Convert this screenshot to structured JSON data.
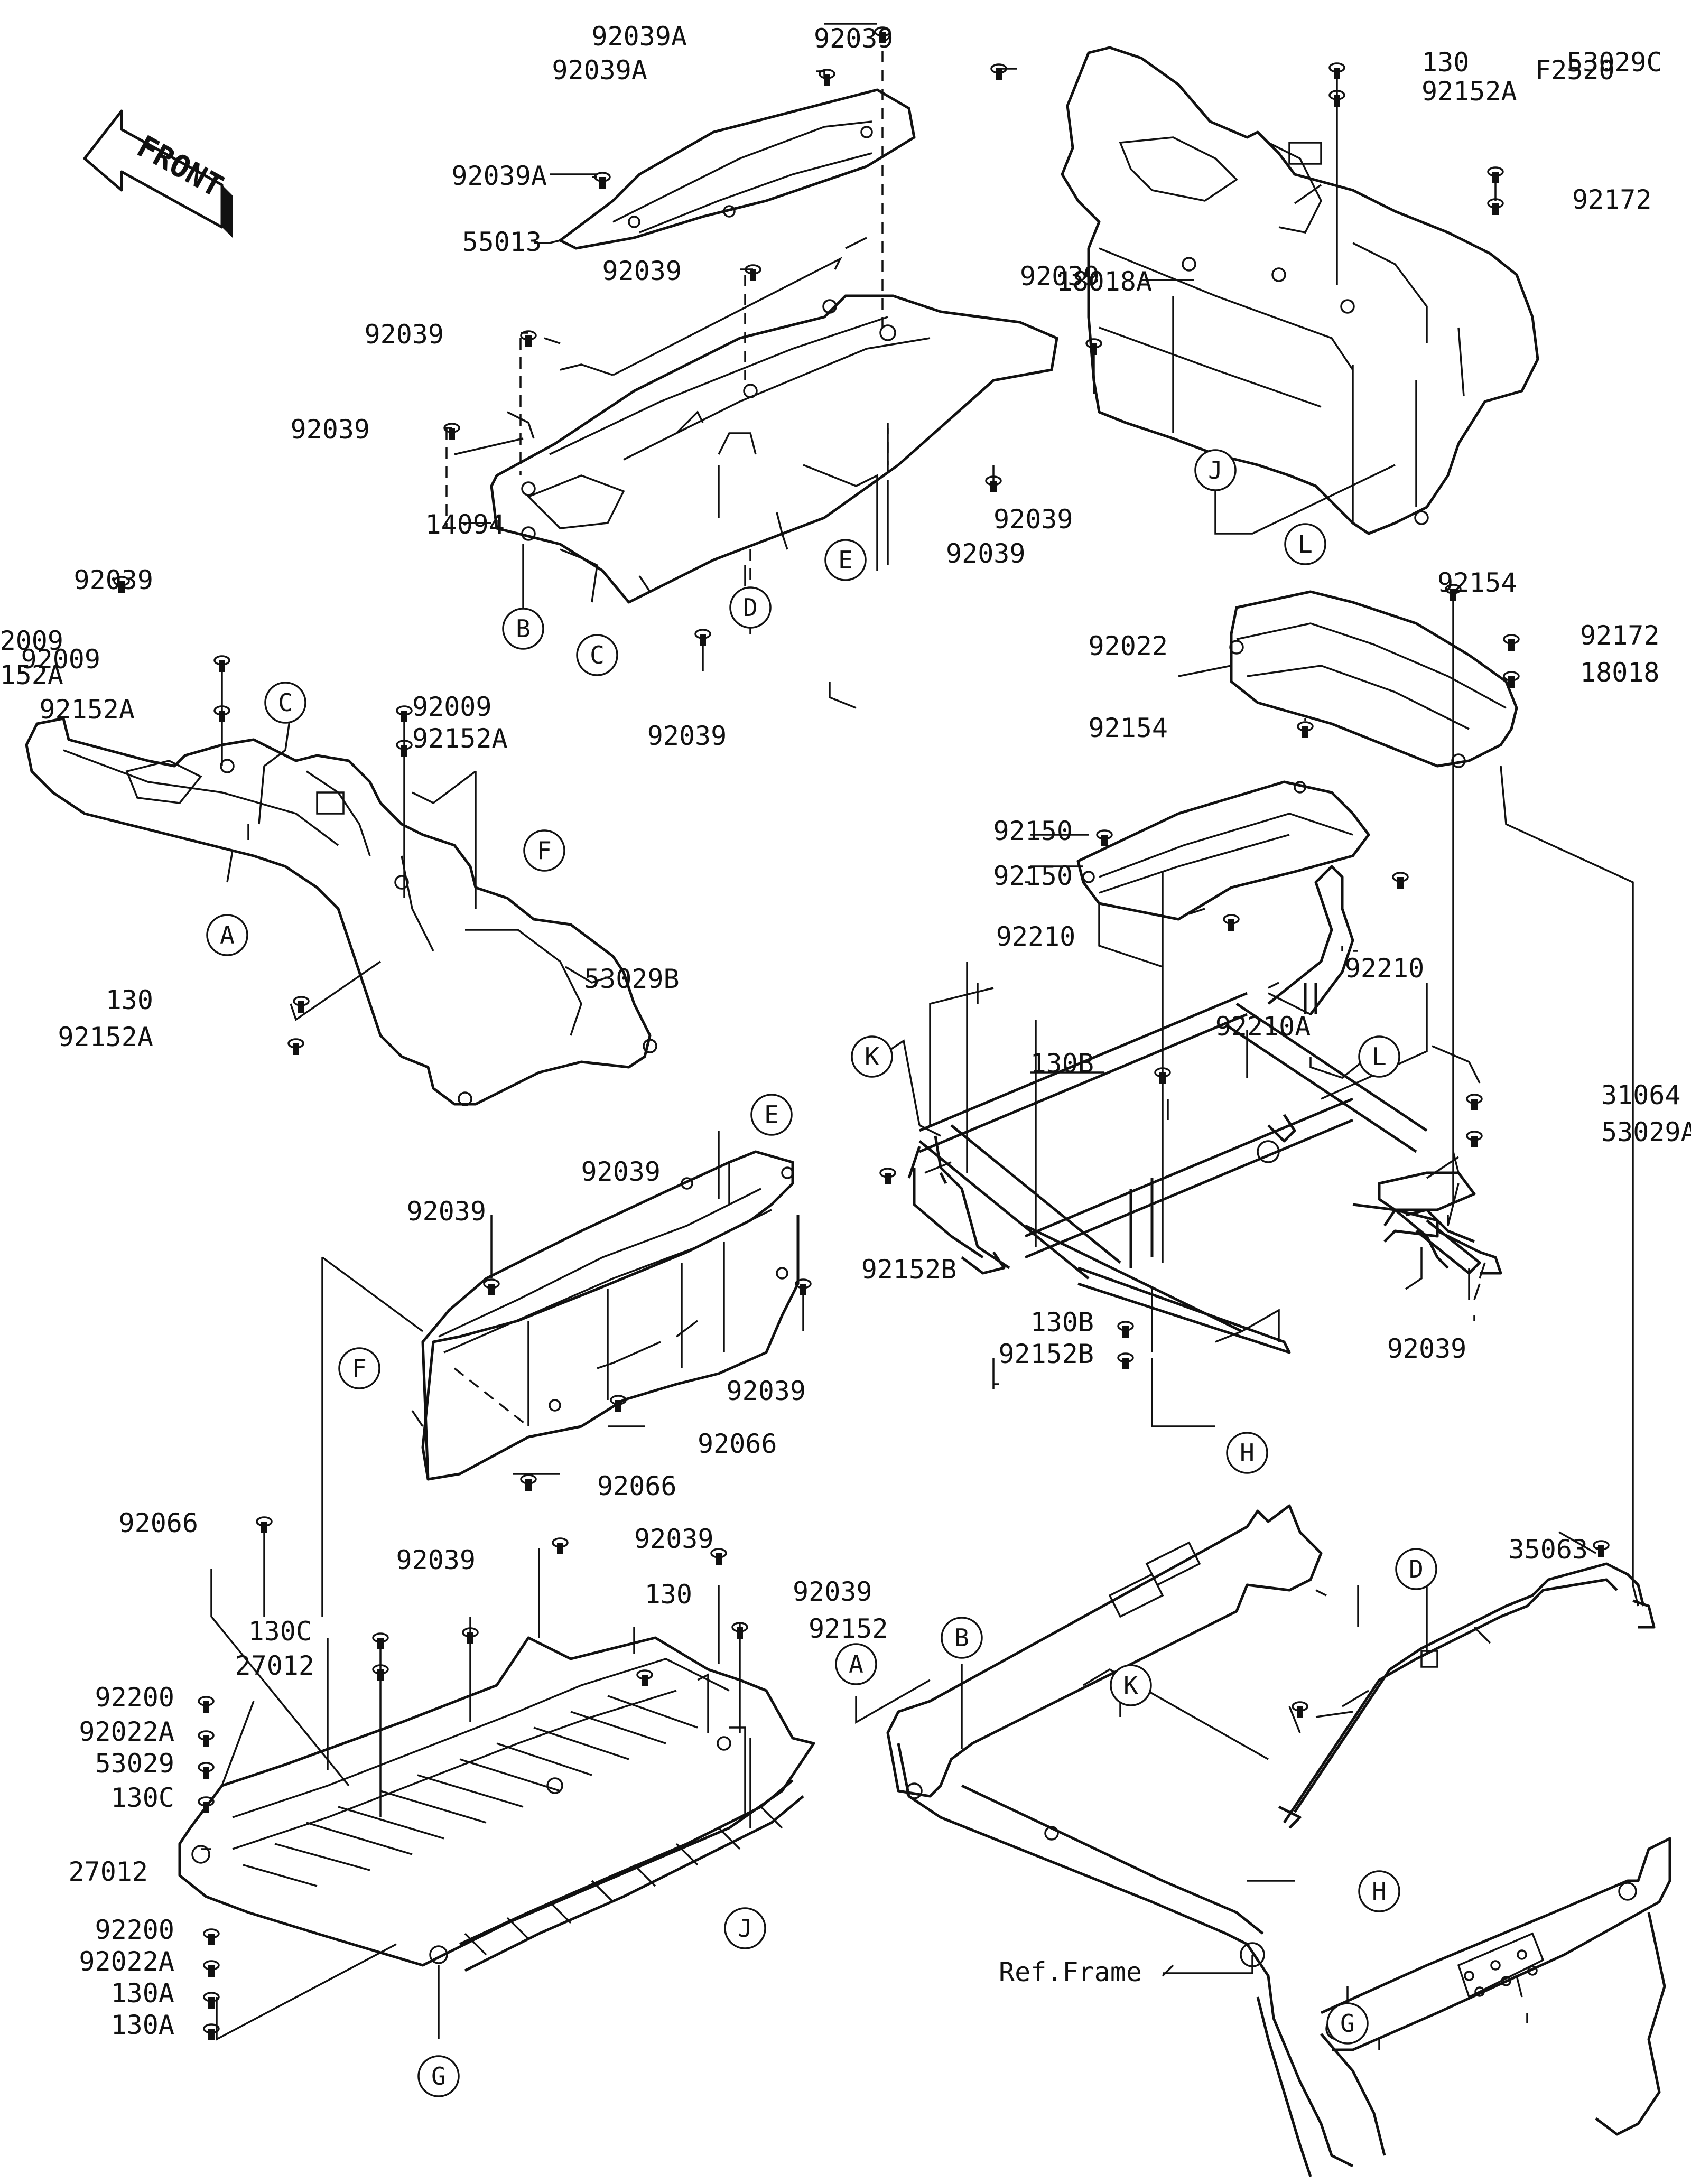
{
  "figure_code": "F2520",
  "front_label": "FRONT",
  "frame_ref": "Ref.Frame",
  "parts": [
    {
      "no": "92039A"
    },
    {
      "no": "92039A"
    },
    {
      "no": "92039A"
    },
    {
      "no": "55013"
    },
    {
      "no": "92039"
    },
    {
      "no": "92039"
    },
    {
      "no": "92039"
    },
    {
      "no": "14094"
    },
    {
      "no": "92039"
    },
    {
      "no": "92039"
    },
    {
      "no": "92039"
    },
    {
      "no": "92039"
    },
    {
      "no": "92039"
    },
    {
      "no": "92009"
    },
    {
      "no": "92152A"
    },
    {
      "no": "92009"
    },
    {
      "no": "92152A"
    },
    {
      "no": "130"
    },
    {
      "no": "92152A"
    },
    {
      "no": "53029B"
    },
    {
      "no": "92039"
    },
    {
      "no": "92009"
    },
    {
      "no": "92152A"
    },
    {
      "no": "130"
    },
    {
      "no": "92152A"
    },
    {
      "no": "53029C"
    },
    {
      "no": "92172"
    },
    {
      "no": "18018A"
    },
    {
      "no": "92154"
    },
    {
      "no": "92022"
    },
    {
      "no": "92154"
    },
    {
      "no": "92172"
    },
    {
      "no": "18018"
    },
    {
      "no": "92150"
    },
    {
      "no": "92150"
    },
    {
      "no": "92210"
    },
    {
      "no": "92210A"
    },
    {
      "no": "92210"
    },
    {
      "no": "130B"
    },
    {
      "no": "92152B"
    },
    {
      "no": "130B"
    },
    {
      "no": "92152B"
    },
    {
      "no": "31064"
    },
    {
      "no": "53029A"
    },
    {
      "no": "92039"
    },
    {
      "no": "92039"
    },
    {
      "no": "92039"
    },
    {
      "no": "92039"
    },
    {
      "no": "92066"
    },
    {
      "no": "92066"
    },
    {
      "no": "92066"
    },
    {
      "no": "92039"
    },
    {
      "no": "92039"
    },
    {
      "no": "92039"
    },
    {
      "no": "130"
    },
    {
      "no": "92152"
    },
    {
      "no": "130C"
    },
    {
      "no": "27012"
    },
    {
      "no": "92200"
    },
    {
      "no": "92022A"
    },
    {
      "no": "53029"
    },
    {
      "no": "130C"
    },
    {
      "no": "27012"
    },
    {
      "no": "92200"
    },
    {
      "no": "92022A"
    },
    {
      "no": "130A"
    },
    {
      "no": "130A"
    },
    {
      "no": "35063"
    }
  ],
  "refs": [
    "B",
    "C",
    "D",
    "E",
    "C",
    "F",
    "A",
    "J",
    "L",
    "K",
    "L",
    "H",
    "E",
    "F",
    "J",
    "G",
    "A",
    "B",
    "D",
    "K",
    "G",
    "H"
  ]
}
